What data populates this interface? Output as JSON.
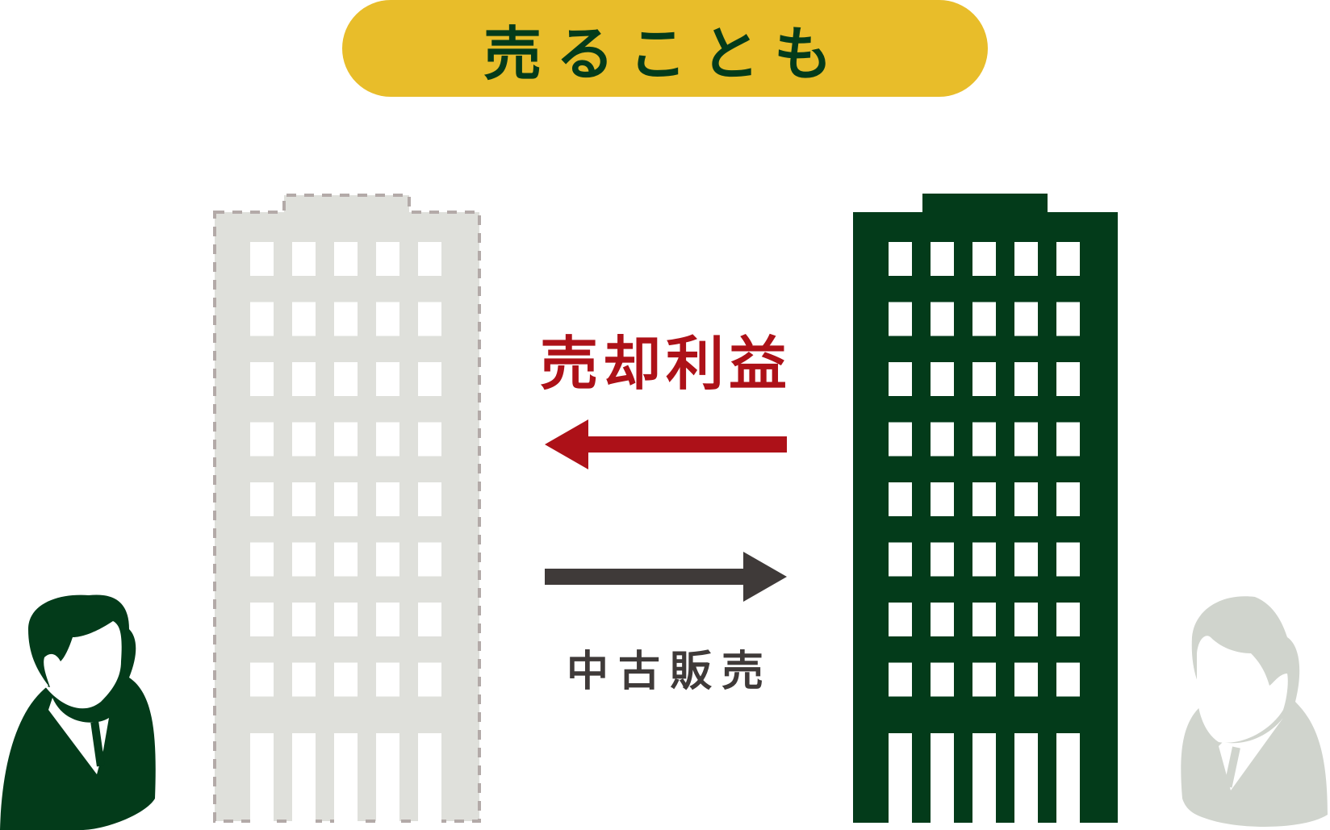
{
  "header": {
    "title": "売ることも"
  },
  "flows": {
    "profit": {
      "label": "売却利益",
      "direction": "left",
      "color": "#ad1118"
    },
    "used_sale": {
      "label": "中古販売",
      "direction": "right",
      "color": "#3f3a39"
    }
  },
  "buildings": [
    {
      "name": "former-building",
      "state": "sold",
      "fill": "#dfe0db",
      "border": "dashed",
      "border_color": "#b3aaa8",
      "window_columns": 5,
      "window_rows": 9
    },
    {
      "name": "new-owner-building",
      "state": "owned",
      "fill": "#033b1a",
      "border": "none",
      "window_columns": 5,
      "window_rows": 9
    }
  ],
  "people": [
    {
      "name": "seller",
      "color": "#033b1a"
    },
    {
      "name": "buyer",
      "color": "#d0d4cd"
    }
  ],
  "colors": {
    "pill": "#e8bd2a",
    "dark_green": "#033b1a",
    "light_gray": "#dfe0db",
    "red": "#ad1118",
    "charcoal": "#3f3a39"
  }
}
